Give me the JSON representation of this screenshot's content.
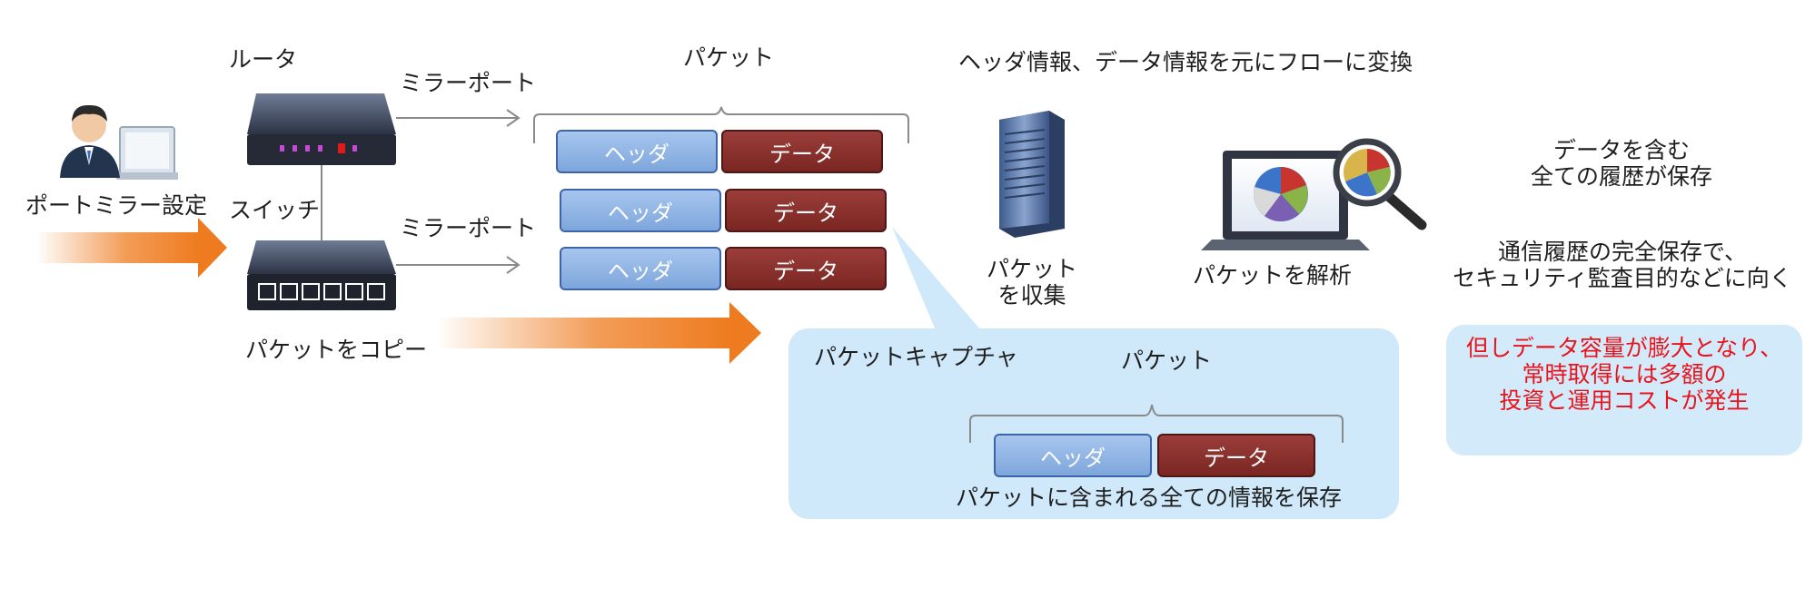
{
  "labels": {
    "router": "ルータ",
    "switch": "スイッチ",
    "port_mirror_setting": "ポートミラー設定",
    "copy_packets": "パケットをコピー",
    "mirror_port_top": "ミラーポート",
    "mirror_port_bottom": "ミラーポート",
    "packet_top": "パケット",
    "collect_packets_line1": "パケット",
    "collect_packets_line2": "を収集",
    "convert_flow": "ヘッダ情報、データ情報を元にフローに変換",
    "analyze_packets": "パケットを解析"
  },
  "packets": [
    {
      "header": "ヘッダ",
      "data": "データ"
    },
    {
      "header": "ヘッダ",
      "data": "データ"
    },
    {
      "header": "ヘッダ",
      "data": "データ"
    }
  ],
  "capture": {
    "title": "パケットキャプチャ",
    "packet_label": "パケット",
    "header": "ヘッダ",
    "data": "データ",
    "caption": "パケットに含まれる全ての情報を保存"
  },
  "summary": {
    "line1": "データを含む",
    "line2": "全ての履歴が保存",
    "line3": "通信履歴の完全保存で、",
    "line4": "セキュリティ監査目的などに向く"
  },
  "warning": {
    "line1": "但しデータ容量が膨大となり、",
    "line2": "常時取得には多額の",
    "line3": "投資と運用コストが発生"
  },
  "colors": {
    "header_box": "#8fb4e6",
    "data_box": "#8b312d",
    "arrow_orange": "#ee7b1f",
    "panel_blue": "#cfe8fa",
    "warning_red": "#e8141c"
  },
  "icons": [
    "user-at-computer-icon",
    "router-icon",
    "switch-icon",
    "server-icon",
    "laptop-chart-icon",
    "magnifier-pie-icon"
  ]
}
